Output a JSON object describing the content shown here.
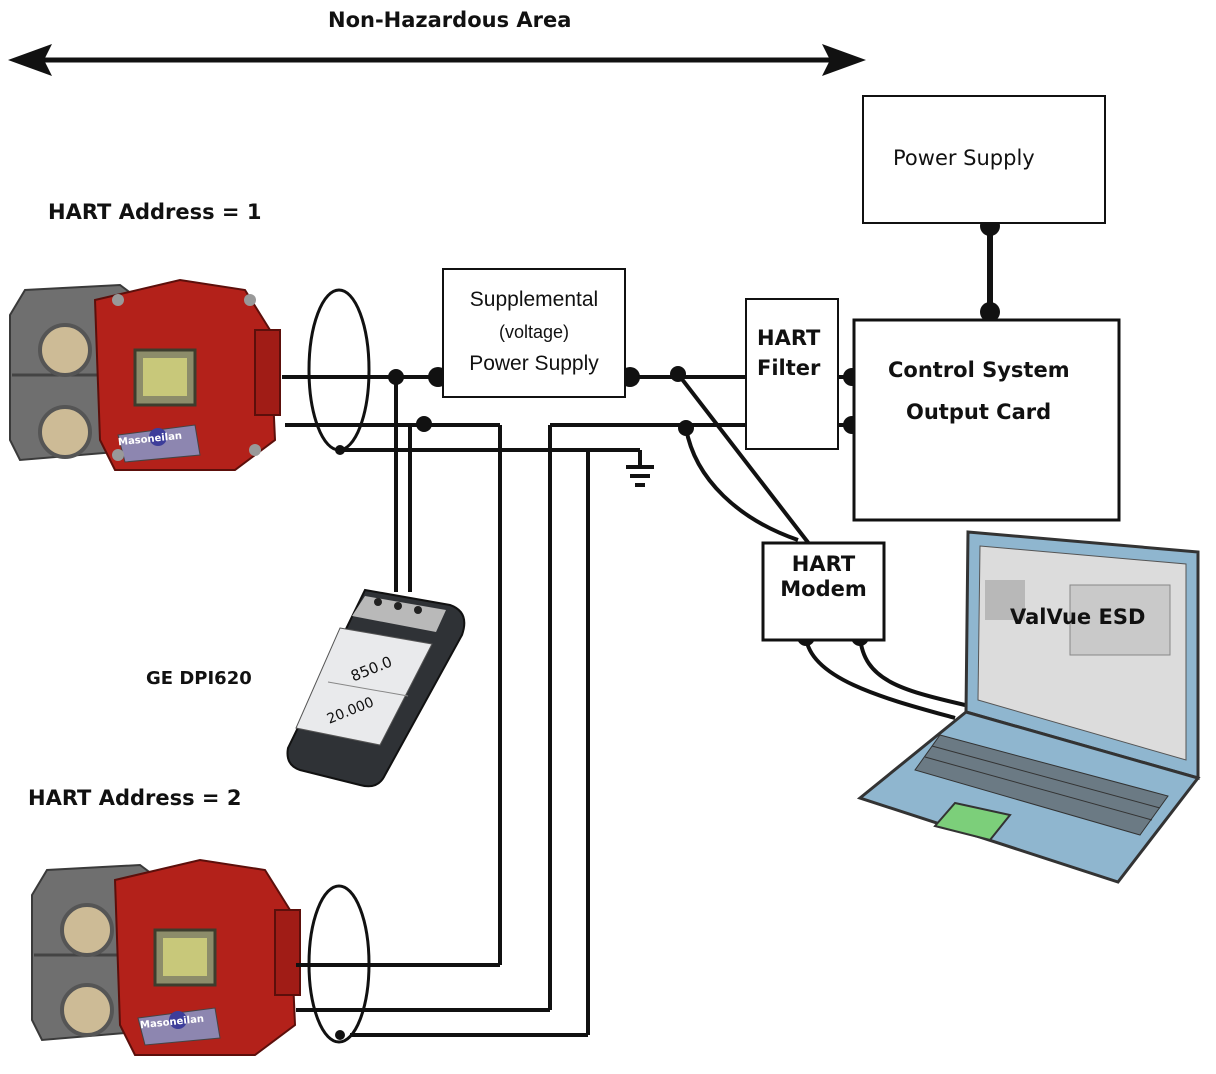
{
  "area_label": "Non-Hazardous Area",
  "devices": {
    "positioner_1": {
      "address": "HART Address = 1",
      "brand": "Masoneilan"
    },
    "positioner_2": {
      "address": "HART Address = 2",
      "brand": "Masoneilan"
    },
    "calibrator": {
      "label": "GE DPI620",
      "reading_1": "850.0",
      "reading_2": "20.000"
    }
  },
  "boxes": {
    "supplemental_power": {
      "line1": "Supplemental",
      "line2": "(voltage)",
      "line3": "Power Supply"
    },
    "power_supply": {
      "label": "Power Supply"
    },
    "hart_filter": {
      "line1": "HART",
      "line2": "Filter"
    },
    "control_system": {
      "line1": "Control System",
      "line2": "Output Card"
    },
    "hart_modem": {
      "line1": "HART",
      "line2": "Modem"
    }
  },
  "laptop": {
    "label": "ValVue ESD"
  },
  "colors": {
    "wire": "#111111",
    "positioner_red": "#b3211a",
    "positioner_grey": "#6e6e6e",
    "laptop_body": "#8fb6cf",
    "touchpad": "#7ccf7a"
  }
}
